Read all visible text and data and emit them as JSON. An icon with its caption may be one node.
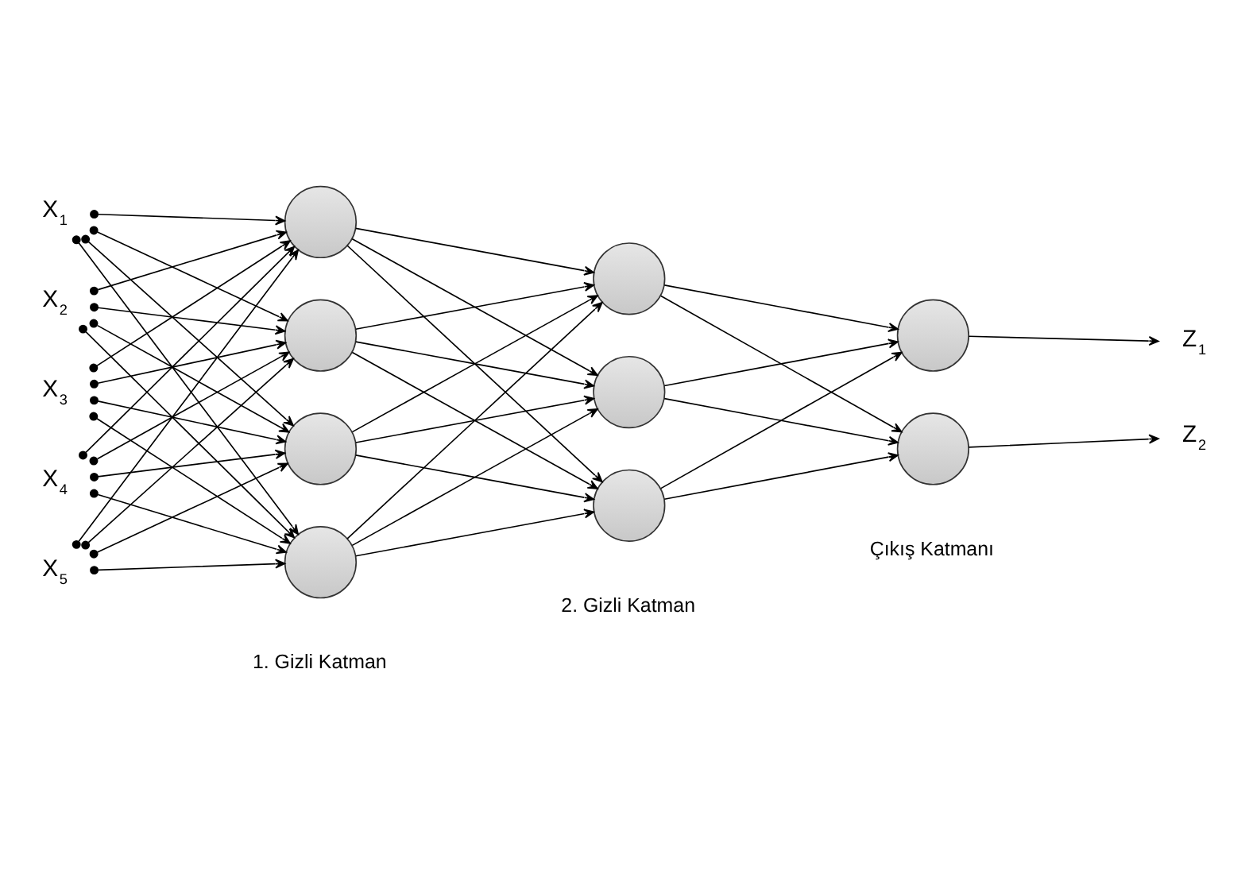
{
  "diagram": {
    "nodes": [
      {
        "text": [
          "X$_{1}$"
        ]
      },
      {
        "text": [
          "X$_{2}$"
        ]
      },
      {
        "text": [
          "X$_{3}$"
        ]
      },
      {
        "text": [
          "X$_{4}$"
        ]
      },
      {
        "text": [
          "X$_{5}$"
        ]
      },
      {
        "text": [],
        "shape": "circle"
      },
      {
        "text": [],
        "shape": "circle"
      },
      {
        "text": [],
        "shape": "circle"
      },
      {
        "text": [],
        "shape": "circle"
      },
      {
        "text": [],
        "shape": "circle"
      },
      {
        "text": [],
        "shape": "circle"
      },
      {
        "text": [],
        "shape": "circle"
      },
      {
        "text": [],
        "shape": "circle"
      },
      {
        "text": [],
        "shape": "circle"
      },
      {
        "text": [
          "Z$_{1}$"
        ]
      },
      {
        "text": [
          "Z$_{2}$"
        ]
      }
    ],
    "edges": [
      {
        "from": 0,
        "to": 5,
        "arrow": "to"
      },
      {
        "from": 0,
        "to": 6,
        "arrow": "to"
      },
      {
        "from": 0,
        "to": 7,
        "arrow": "to"
      },
      {
        "from": 0,
        "to": 8,
        "arrow": "to"
      },
      {
        "from": 1,
        "to": 5,
        "arrow": "to"
      },
      {
        "from": 1,
        "to": 6,
        "arrow": "to"
      },
      {
        "from": 1,
        "to": 7,
        "arrow": "to"
      },
      {
        "from": 1,
        "to": 8,
        "arrow": "to"
      },
      {
        "from": 2,
        "to": 5,
        "arrow": "to"
      },
      {
        "from": 2,
        "to": 6,
        "arrow": "to"
      },
      {
        "from": 2,
        "to": 7,
        "arrow": "to"
      },
      {
        "from": 2,
        "to": 8,
        "arrow": "to"
      },
      {
        "from": 3,
        "to": 5,
        "arrow": "to"
      },
      {
        "from": 3,
        "to": 6,
        "arrow": "to"
      },
      {
        "from": 3,
        "to": 7,
        "arrow": "to"
      },
      {
        "from": 3,
        "to": 8,
        "arrow": "to"
      },
      {
        "from": 4,
        "to": 5,
        "arrow": "to"
      },
      {
        "from": 4,
        "to": 6,
        "arrow": "to"
      },
      {
        "from": 4,
        "to": 7,
        "arrow": "to"
      },
      {
        "from": 4,
        "to": 8,
        "arrow": "to"
      },
      {
        "from": 5,
        "to": 9,
        "arrow": "to"
      },
      {
        "from": 5,
        "to": 10,
        "arrow": "to"
      },
      {
        "from": 5,
        "to": 11,
        "arrow": "to"
      },
      {
        "from": 6,
        "to": 9,
        "arrow": "to"
      },
      {
        "from": 6,
        "to": 10,
        "arrow": "to"
      },
      {
        "from": 6,
        "to": 11,
        "arrow": "to"
      },
      {
        "from": 7,
        "to": 9,
        "arrow": "to"
      },
      {
        "from": 7,
        "to": 10,
        "arrow": "to"
      },
      {
        "from": 7,
        "to": 11,
        "arrow": "to"
      },
      {
        "from": 8,
        "to": 9,
        "arrow": "to"
      },
      {
        "from": 8,
        "to": 10,
        "arrow": "to"
      },
      {
        "from": 8,
        "to": 11,
        "arrow": "to"
      },
      {
        "from": 9,
        "to": 12,
        "arrow": "to"
      },
      {
        "from": 9,
        "to": 13,
        "arrow": "to"
      },
      {
        "from": 10,
        "to": 12,
        "arrow": "to"
      },
      {
        "from": 10,
        "to": 13,
        "arrow": "to"
      },
      {
        "from": 11,
        "to": 12,
        "arrow": "to"
      },
      {
        "from": 11,
        "to": 13,
        "arrow": "to"
      },
      {
        "from": 12,
        "to": 14,
        "arrow": "to"
      },
      {
        "from": 13,
        "to": 15,
        "arrow": "to"
      }
    ],
    "labels": [
      "2. Gizli Katman",
      "Çıkış Katmanı",
      "1. Gizli Katman"
    ]
  }
}
